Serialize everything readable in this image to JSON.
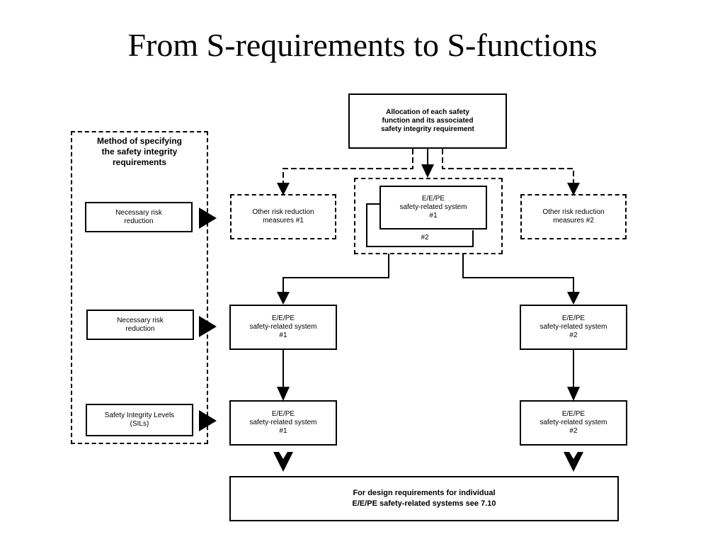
{
  "slide": {
    "title": "From S-requirements to S-functions"
  },
  "diagram": {
    "allocation": {
      "line1": "Allocation of each safety",
      "line2": "function and its associated",
      "line3": "safety integrity requirement"
    },
    "method": {
      "line1": "Method of specifying",
      "line2": "the safety integrity",
      "line3": "requirements"
    },
    "left_labels": [
      {
        "line1": "Necessary risk",
        "line2": "reduction"
      },
      {
        "line1": "Necessary risk",
        "line2": "reduction"
      },
      {
        "line1": "Safety Integrity Levels",
        "line2": "(SILs)"
      }
    ],
    "other_risk_1": {
      "line1": "Other risk reduction",
      "line2": "measures #1"
    },
    "other_risk_2": {
      "line1": "Other risk reduction",
      "line2": "measures #2"
    },
    "center_system": {
      "line1": "E/E/PE",
      "line2": "safety-related system",
      "line3": "#1",
      "inner_label": "#2"
    },
    "sys_mid_1": {
      "line1": "E/E/PE",
      "line2": "safety-related system",
      "line3": "#1"
    },
    "sys_mid_2": {
      "line1": "E/E/PE",
      "line2": "safety-related system",
      "line3": "#2"
    },
    "sys_low_1": {
      "line1": "E/E/PE",
      "line2": "safety-related system",
      "line3": "#1"
    },
    "sys_low_2": {
      "line1": "E/E/PE",
      "line2": "safety-related system",
      "line3": "#2"
    },
    "design": {
      "line1": "For design requirements for individual",
      "line2": "E/E/PE safety-related systems see 7.10"
    }
  }
}
